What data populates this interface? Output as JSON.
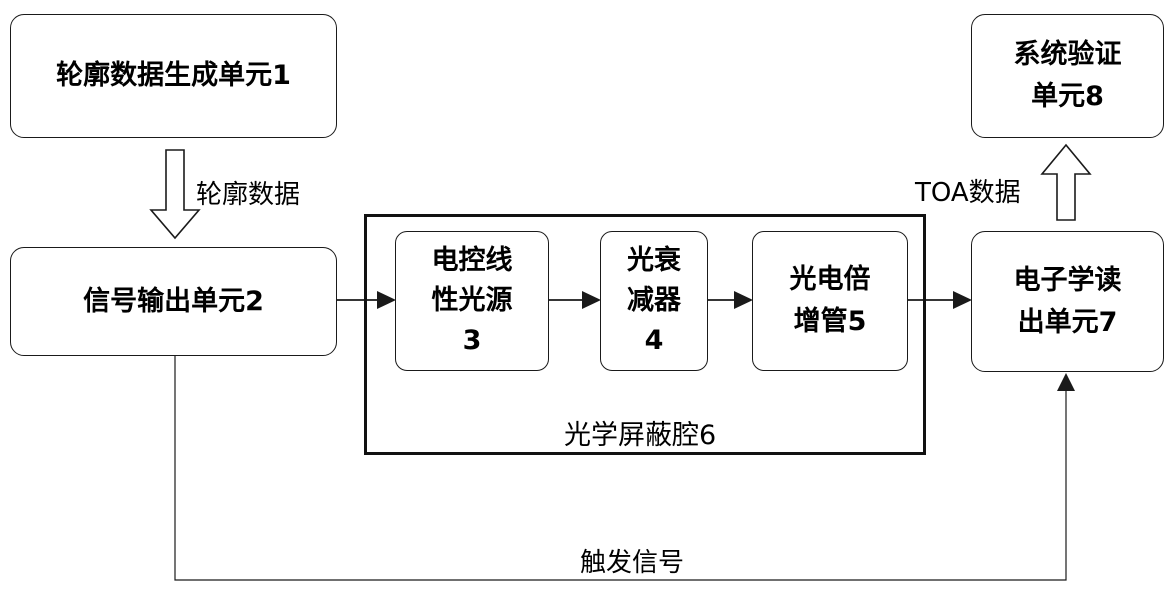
{
  "units": {
    "u1": {
      "label": "轮廓数据生成单元1"
    },
    "u2": {
      "label": "信号输出单元2"
    },
    "u3": {
      "line1": "电控线",
      "line2": "性光源",
      "line3": "3"
    },
    "u4": {
      "line1": "光衰",
      "line2": "减器",
      "line3": "4"
    },
    "u5": {
      "line1": "光电倍",
      "line2": "增管5"
    },
    "u7": {
      "line1": "电子学读",
      "line2": "出单元7"
    },
    "u8": {
      "line1": "系统验证",
      "line2": "单元8"
    }
  },
  "cavity": {
    "label": "光学屏蔽腔6"
  },
  "edges": {
    "contour_data": "轮廓数据",
    "toa_data": "TOA数据",
    "trigger_signal": "触发信号"
  },
  "colors": {
    "line": "#1a1a1a",
    "background": "#ffffff"
  }
}
